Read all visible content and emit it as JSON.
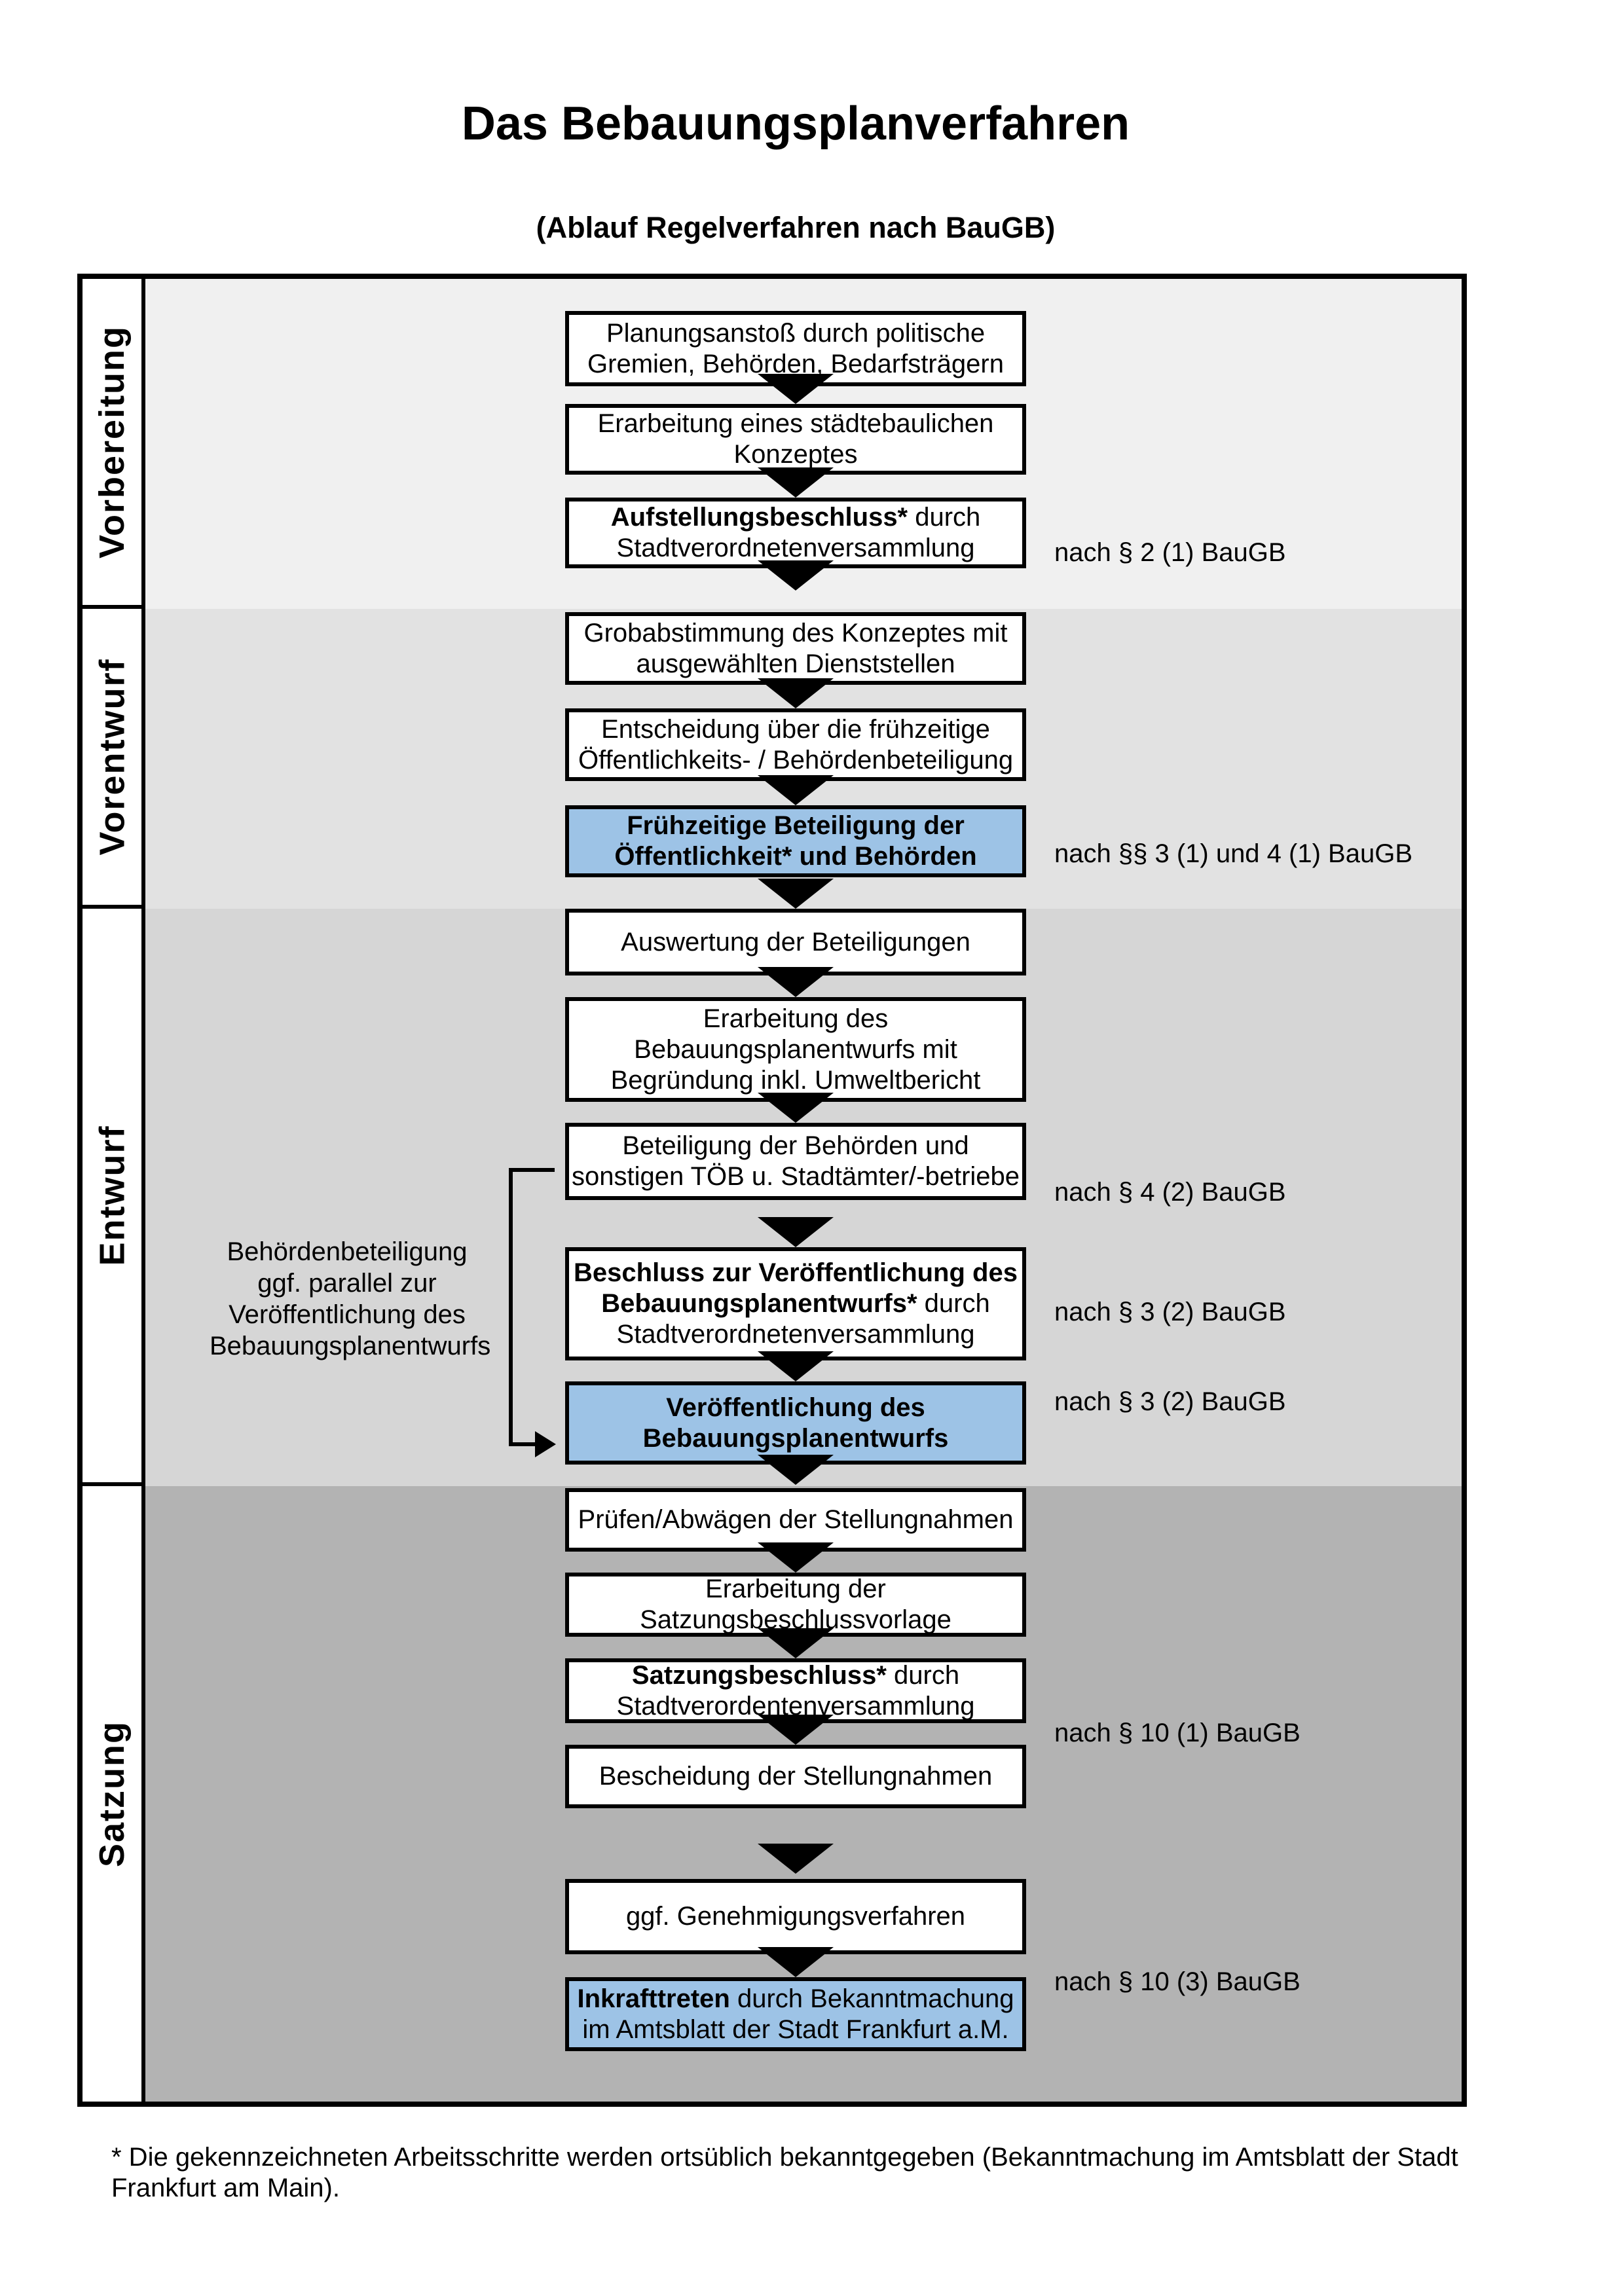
{
  "title": "Das Bebauungsplanverfahren",
  "subtitle": "(Ablauf Regelverfahren nach BauGB)",
  "colors": {
    "highlight_fill": "#9dc3e6",
    "border": "#000000",
    "phase_vorbereitung_bg": "#f0f0f0",
    "phase_vorentwurf_bg": "#e2e2e2",
    "phase_entwurf_bg": "#d6d6d6",
    "phase_satzung_bg": "#b3b3b3"
  },
  "phases": [
    {
      "label": "Vorbereitung"
    },
    {
      "label": "Vorentwurf"
    },
    {
      "label": "Entwurf"
    },
    {
      "label": "Satzung"
    }
  ],
  "boxes": [
    {
      "lines": [
        {
          "t": "Planungsanstoß durch politische"
        },
        {
          "t": "Gremien, Behörden, Bedarfsträgern"
        }
      ]
    },
    {
      "lines": [
        {
          "t": "Erarbeitung eines städtebaulichen"
        },
        {
          "t": "Konzeptes"
        }
      ]
    },
    {
      "lines": [
        {
          "b": "Aufstellungsbeschluss*",
          "t": " durch"
        },
        {
          "t": "Stadtverordnetenversammlung"
        }
      ]
    },
    {
      "lines": [
        {
          "t": "Grobabstimmung des Konzeptes mit"
        },
        {
          "t": "ausgewählten Dienststellen"
        }
      ]
    },
    {
      "lines": [
        {
          "t": "Entscheidung über die frühzeitige"
        },
        {
          "t": "Öffentlichkeits- / Behördenbeteiligung"
        }
      ]
    },
    {
      "lines": [
        {
          "b": "Frühzeitige Beteiligung der"
        },
        {
          "b": "Öffentlichkeit* und Behörden"
        }
      ]
    },
    {
      "lines": [
        {
          "t": "Auswertung der Beteiligungen"
        }
      ]
    },
    {
      "lines": [
        {
          "t": "Erarbeitung des"
        },
        {
          "t": "Bebauungsplanentwurfs mit"
        },
        {
          "t": "Begründung inkl. Umweltbericht"
        }
      ]
    },
    {
      "lines": [
        {
          "t": "Beteiligung der Behörden und"
        },
        {
          "t": "sonstigen TÖB u. Stadtämter/-betriebe"
        }
      ]
    },
    {
      "lines": [
        {
          "b": "Beschluss zur Veröffentlichung des"
        },
        {
          "b": "Bebauungsplanentwurfs*",
          "t": " durch"
        },
        {
          "t": "Stadtverordnetenversammlung"
        }
      ]
    },
    {
      "lines": [
        {
          "b": "Veröffentlichung des"
        },
        {
          "b": "Bebauungsplanentwurfs"
        }
      ]
    },
    {
      "lines": [
        {
          "t": "Prüfen/Abwägen der Stellungnahmen"
        }
      ]
    },
    {
      "lines": [
        {
          "t": "Erarbeitung der"
        },
        {
          "t": "Satzungsbeschlussvorlage"
        }
      ]
    },
    {
      "lines": [
        {
          "b": "Satzungsbeschluss*",
          "t": " durch"
        },
        {
          "t": "Stadtverordentenversammlung"
        }
      ]
    },
    {
      "lines": [
        {
          "t": "Bescheidung der Stellungnahmen"
        }
      ]
    },
    {
      "lines": [
        {
          "t": "ggf. Genehmigungsverfahren"
        }
      ]
    },
    {
      "lines": [
        {
          "b": "Inkrafttreten",
          "t": " durch Bekanntmachung"
        },
        {
          "t": "im Amtsblatt der Stadt Frankfurt a.M."
        }
      ]
    }
  ],
  "refs": [
    {
      "label": "nach § 2 (1) BauGB"
    },
    {
      "label": "nach §§ 3 (1) und 4 (1) BauGB"
    },
    {
      "label": "nach § 4 (2) BauGB"
    },
    {
      "label": "nach § 3 (2) BauGB"
    },
    {
      "label": "nach § 3 (2) BauGB"
    },
    {
      "label": "nach § 10 (1) BauGB"
    },
    {
      "label": "nach § 10 (3) BauGB"
    }
  ],
  "side_note": {
    "lines": [
      "Behördenbeteiligung",
      "ggf. parallel zur",
      "Veröffentlichung des",
      "Bebauungsplanentwurfs"
    ]
  },
  "footnote": {
    "lines": [
      "* Die gekennzeichneten Arbeitsschritte werden ortsüblich bekanntgegeben (Bekanntmachung im Amtsblatt  der Stadt",
      "Frankfurt am Main)."
    ]
  }
}
